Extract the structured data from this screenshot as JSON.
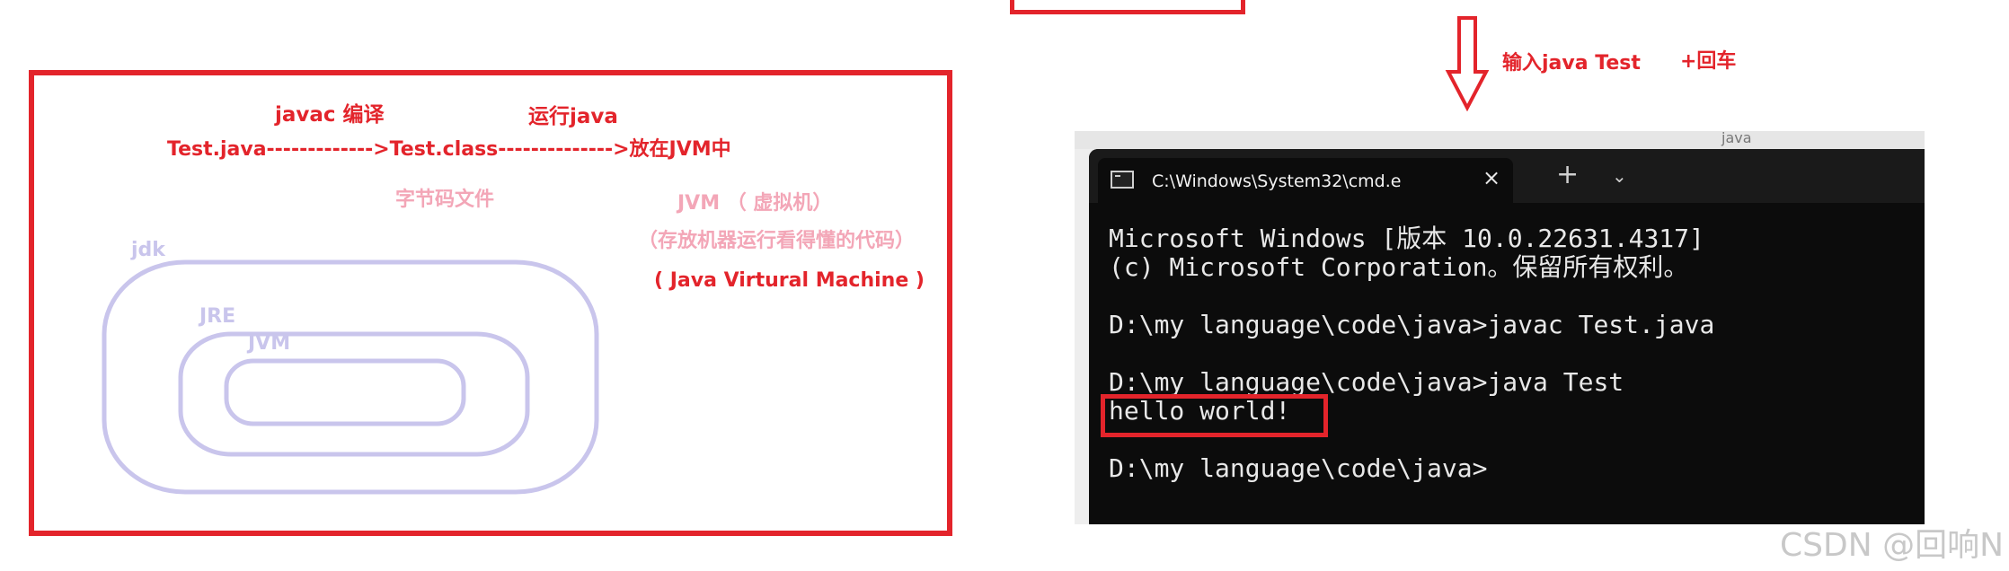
{
  "colors": {
    "annotation_red": "#e3242b",
    "bytecode_pink": "#f3a6b7",
    "layer_lavender": "#c9c5ec",
    "terminal_bg": "#0c0c0c",
    "terminal_text": "#e8e8e8"
  },
  "diagram": {
    "compile_label": "javac 编译",
    "run_label": "运行java",
    "flow": "Test.java------------->Test.class-------------->放在JVM中",
    "bytecode_label": "字节码文件",
    "jvm_title": "JVM （ 虚拟机）",
    "jvm_description": "（存放机器运行看得懂的代码）",
    "jvm_full_name": "( Java Virtural Machine )",
    "layers": {
      "outer": "jdk",
      "middle": "JRE",
      "inner": "JVM"
    }
  },
  "instruction": {
    "input_label": "输入java Test",
    "enter_label": "+回车",
    "arrow_icon": "down-arrow-icon"
  },
  "terminal": {
    "strip_text": "java",
    "tab_title": "C:\\Windows\\System32\\cmd.e",
    "close_icon": "×",
    "new_tab_icon": "+",
    "menu_icon": "⌄",
    "lines": [
      "Microsoft Windows [版本 10.0.22631.4317]",
      "(c) Microsoft Corporation。保留所有权利。",
      "",
      "D:\\my language\\code\\java>javac Test.java",
      "",
      "D:\\my language\\code\\java>java Test",
      "hello world!",
      "",
      "D:\\my language\\code\\java>"
    ]
  },
  "watermark": "CSDN @回响N"
}
